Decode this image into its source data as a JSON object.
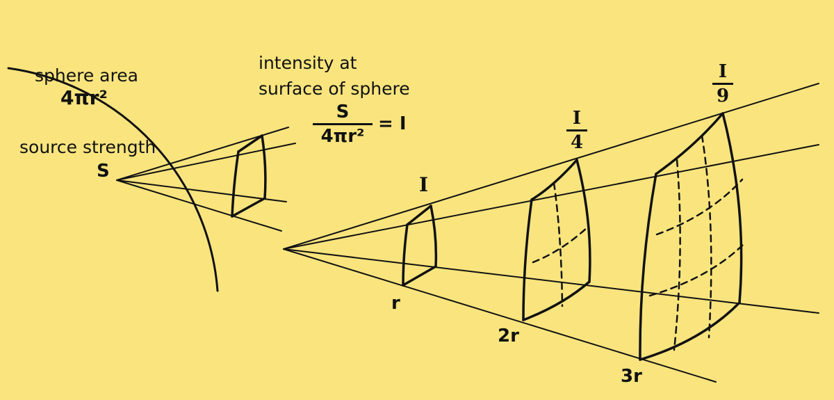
{
  "labels": {
    "sphere_area": "sphere area",
    "sphere_area_formula": "4πr²",
    "source_strength": "source strength",
    "source_symbol": "S",
    "intensity_line1": "intensity at",
    "intensity_line2": "surface of sphere",
    "eq_num": "S",
    "eq_den": "4πr²",
    "eq_rhs": "= I",
    "i1": "I",
    "i2_num": "I",
    "i2_den": "4",
    "i3_num": "I",
    "i3_den": "9",
    "r1": "r",
    "r2": "2r",
    "r3": "3r"
  },
  "colors": {
    "background": "#f9e47e",
    "ink": "#111111"
  }
}
